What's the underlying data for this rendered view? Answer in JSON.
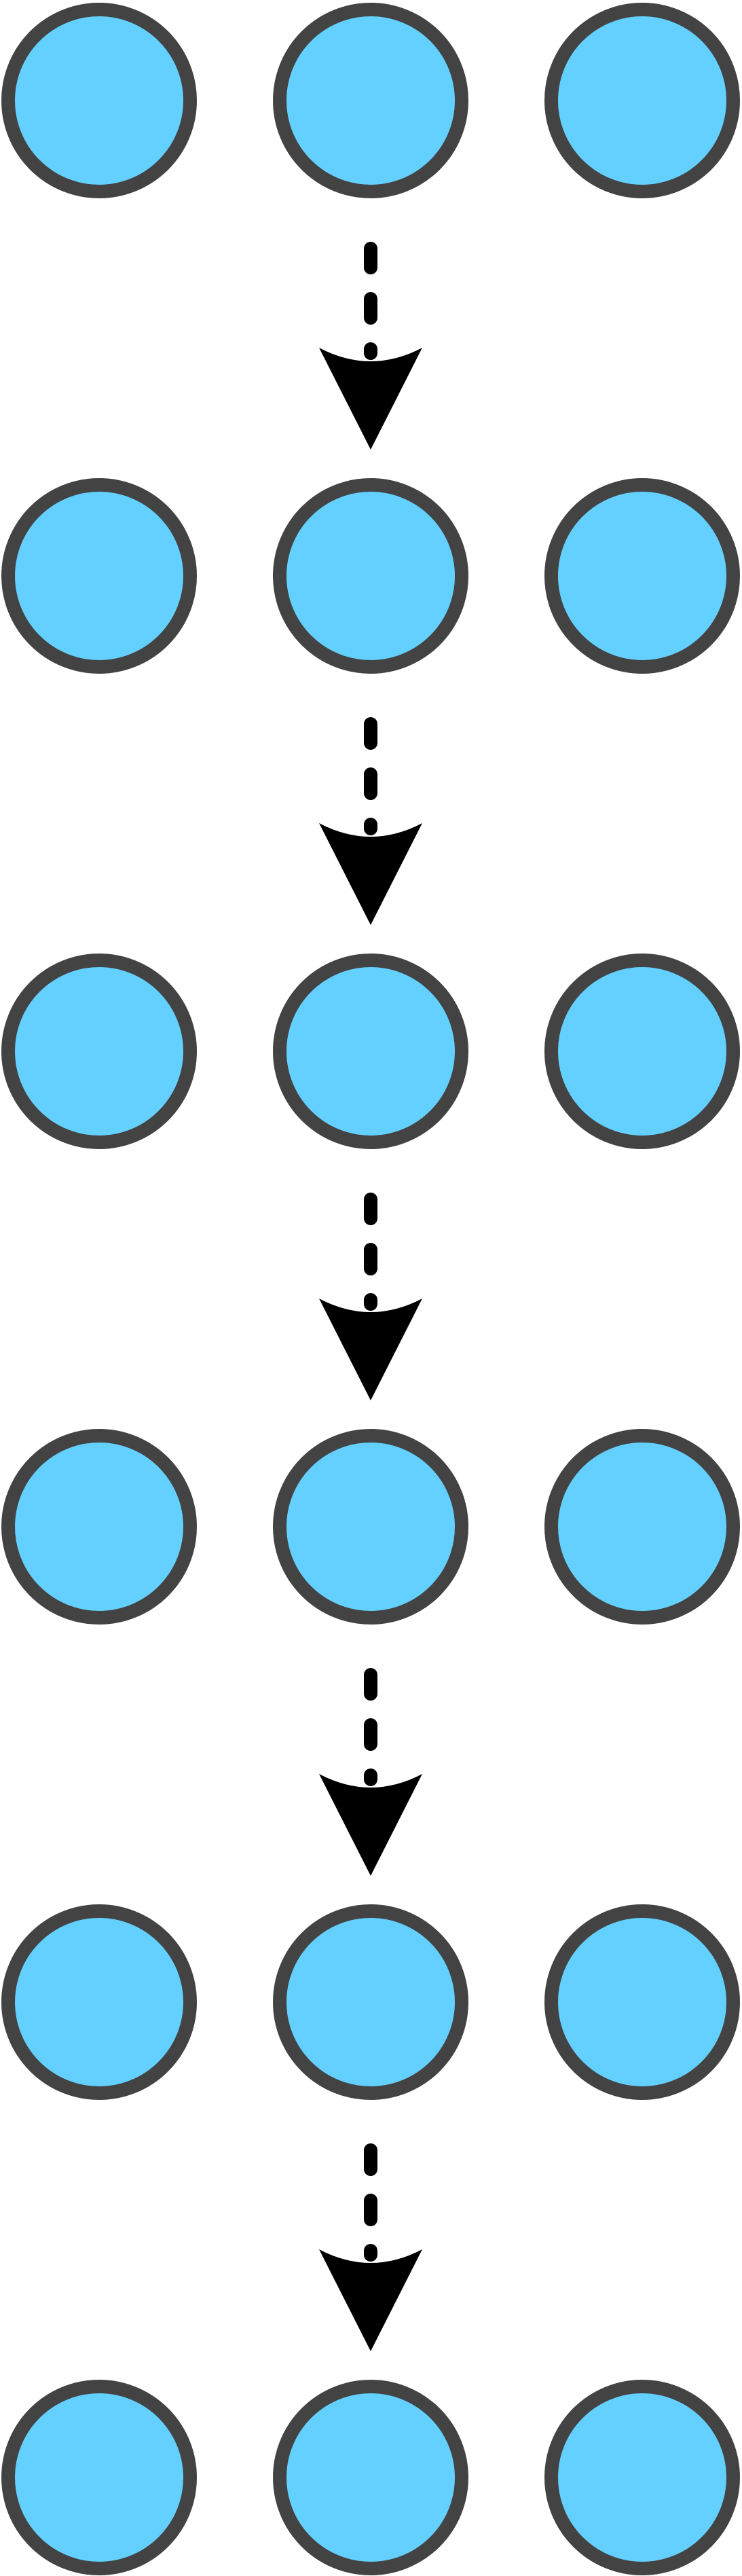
{
  "diagram": {
    "rows": 6,
    "columns": 3,
    "arrow_from_column": 2,
    "arrow_count": 5,
    "arrow_style": "dashed",
    "arrow_direction": "down",
    "colors": {
      "node_fill": "#63d0ff",
      "node_stroke": "#434343",
      "arrow": "#000000",
      "background": "#ffffff"
    }
  }
}
